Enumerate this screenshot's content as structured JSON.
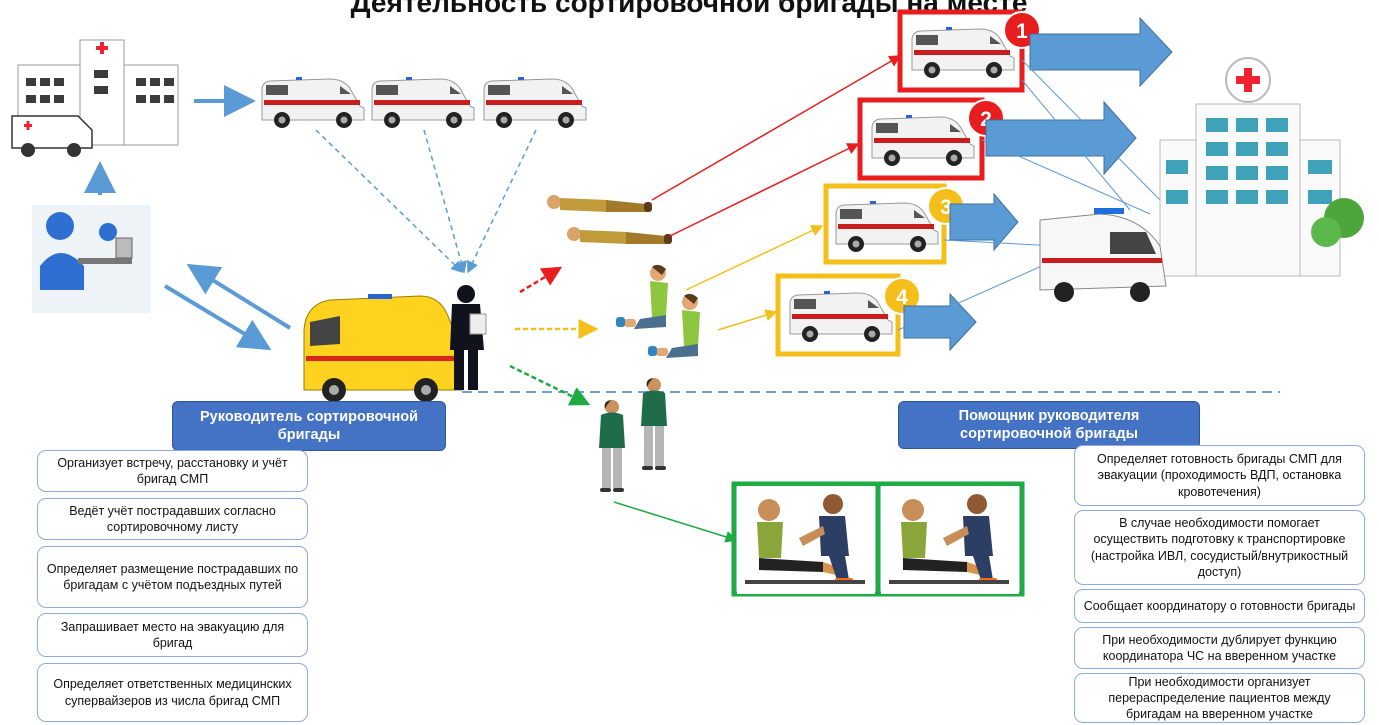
{
  "title": "Деятельность сортировочной бригады на месте",
  "priority_badges": [
    "1",
    "2",
    "3",
    "4"
  ],
  "leader": {
    "title": "Руководитель сортировочной бригады",
    "tasks": [
      "Организует встречу,  расстановку и учёт бригад СМП",
      "Ведёт учёт пострадавших согласно сортировочному листу",
      "Определяет размещение пострадавших по бригадам с учётом подъездных путей",
      "Запрашивает место на эвакуацию для бригад",
      "Определяет ответственных медицинских супервайзеров  из числа бригад СМП"
    ]
  },
  "assistant": {
    "title": "Помощник руководителя сортировочной бригады",
    "tasks": [
      "Определяет готовность бригады СМП для эвакуации (проходимость ВДП, остановка кровотечения)",
      "В случае необходимости помогает осуществить подготовку к транспортировке (настройка ИВЛ, сосудистый/внутрикостный доступ)",
      "Сообщает координатору о готовности бригады",
      "При необходимости дублирует функцию координатора ЧС на вверенном участке",
      "При необходимости организует перераспределение пациентов между бригадам на вверенном участке"
    ]
  },
  "colors": {
    "red": "#e81d1d",
    "yellow": "#f4bf1a",
    "green": "#1faa42",
    "blue_arrow": "#5b9bd5",
    "role_box": "#4472c4",
    "task_border": "#8faadc",
    "dashed_line": "#6fa0d8"
  }
}
